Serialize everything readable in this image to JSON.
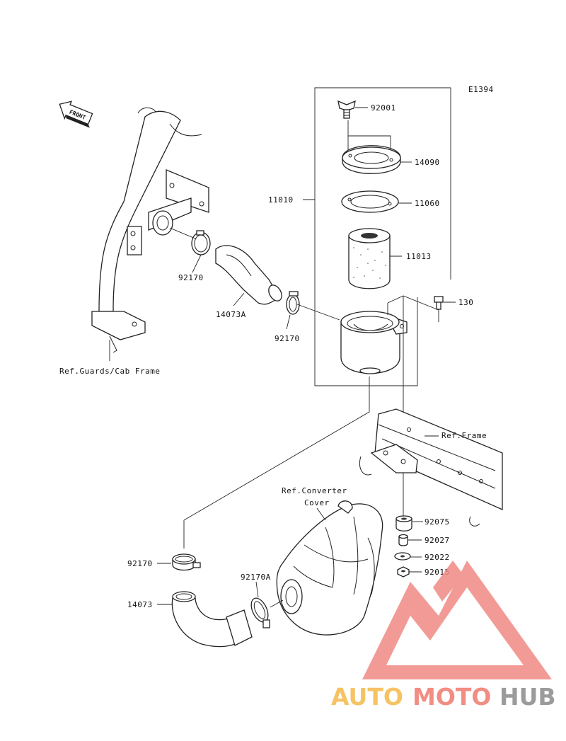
{
  "diagram_id": "E1394",
  "front_label": "FRONT",
  "parts": {
    "p92001": "92001",
    "p14090": "14090",
    "p11060": "11060",
    "p11013": "11013",
    "p11010": "11010",
    "p130": "130",
    "p92170_top": "92170",
    "p14073A": "14073A",
    "p92170_mid": "92170",
    "p92075": "92075",
    "p92027": "92027",
    "p92022": "92022",
    "p92015": "92015",
    "p92170_low": "92170",
    "p92170A": "92170A",
    "p14073": "14073"
  },
  "refs": {
    "guards": "Ref.Guards/Cab Frame",
    "frame": "Ref.Frame",
    "converter_line1": "Ref.Converter",
    "converter_line2": "Cover"
  },
  "watermark": {
    "part1": "AUTO",
    "part2": "MOTO",
    "part3": "HUB",
    "color1": "#f5b94a",
    "color2": "#f07a6e",
    "color3": "#8a8a8a",
    "logo_color": "#f08a84"
  }
}
